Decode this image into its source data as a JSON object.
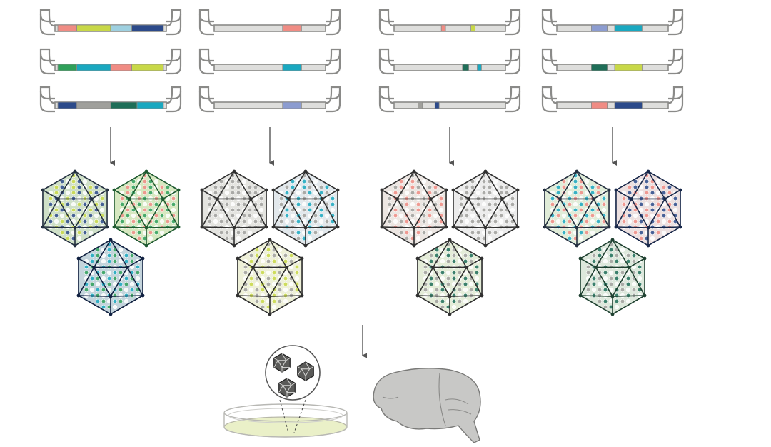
{
  "colors": {
    "pink": "#f08c84",
    "lime": "#c8d848",
    "lightblue": "#9ed0e0",
    "navy": "#2c4a8a",
    "green": "#2fa05a",
    "teal": "#1aa8c0",
    "gray": "#a0a09c",
    "darkgreen": "#1f6e58",
    "periwinkle": "#8c9cd0",
    "backbone": "#dededc",
    "outline": "#8a8a88",
    "dish_fill": "#eaf0c8",
    "brain_fill": "#c8c8c6"
  },
  "panels": [
    {
      "name": "panel-1",
      "constructs": [
        [
          [
            "pink",
            0.0,
            0.18
          ],
          [
            "lime",
            0.18,
            0.5
          ],
          [
            "lightblue",
            0.5,
            0.7
          ],
          [
            "navy",
            0.7,
            1.0
          ]
        ],
        [
          [
            "green",
            0.0,
            0.18
          ],
          [
            "teal",
            0.18,
            0.5
          ],
          [
            "pink",
            0.5,
            0.7
          ],
          [
            "lime",
            0.7,
            1.0
          ]
        ],
        [
          [
            "navy",
            0.0,
            0.18
          ],
          [
            "gray",
            0.18,
            0.5
          ],
          [
            "darkgreen",
            0.5,
            0.75
          ],
          [
            "teal",
            0.75,
            1.0
          ]
        ]
      ],
      "capsids": [
        {
          "tint": "#cfe0c8",
          "dots": [
            "teal",
            "lime",
            "navy"
          ],
          "edge": "#243040"
        },
        {
          "tint": "#d6e8c0",
          "dots": [
            "lime",
            "pink",
            "green"
          ],
          "edge": "#1e5a30"
        },
        {
          "tint": "#c4d4dc",
          "dots": [
            "navy",
            "teal",
            "green"
          ],
          "edge": "#102040"
        }
      ]
    },
    {
      "name": "panel-2",
      "constructs": [
        [
          [
            "pink",
            0.62,
            0.8
          ]
        ],
        [
          [
            "teal",
            0.62,
            0.8
          ]
        ],
        [
          [
            "periwinkle",
            0.62,
            0.8
          ]
        ]
      ],
      "capsids": [
        {
          "tint": "#e4e4e0",
          "dots": [
            "gray"
          ],
          "edge": "#303030"
        },
        {
          "tint": "#e2e8ec",
          "dots": [
            "teal",
            "gray"
          ],
          "edge": "#303030"
        },
        {
          "tint": "#eef0d8",
          "dots": [
            "lime",
            "gray"
          ],
          "edge": "#303030"
        }
      ]
    },
    {
      "name": "panel-3",
      "constructs": [
        [
          [
            "pink",
            0.42,
            0.46
          ],
          [
            "lime",
            0.7,
            0.74
          ]
        ],
        [
          [
            "darkgreen",
            0.62,
            0.68
          ],
          [
            "teal",
            0.76,
            0.8
          ]
        ],
        [
          [
            "gray",
            0.2,
            0.24
          ],
          [
            "navy",
            0.36,
            0.4
          ]
        ]
      ],
      "capsids": [
        {
          "tint": "#ece6e2",
          "dots": [
            "pink",
            "gray"
          ],
          "edge": "#303030"
        },
        {
          "tint": "#ececec",
          "dots": [
            "gray"
          ],
          "edge": "#303030"
        },
        {
          "tint": "#e4ecd8",
          "dots": [
            "darkgreen",
            "gray"
          ],
          "edge": "#303030"
        }
      ]
    },
    {
      "name": "panel-4",
      "constructs": [
        [
          [
            "periwinkle",
            0.3,
            0.45
          ],
          [
            "teal",
            0.52,
            0.78
          ]
        ],
        [
          [
            "darkgreen",
            0.3,
            0.45
          ],
          [
            "lime",
            0.52,
            0.78
          ]
        ],
        [
          [
            "pink",
            0.3,
            0.45
          ],
          [
            "navy",
            0.52,
            0.78
          ]
        ]
      ],
      "capsids": [
        {
          "tint": "#e0ecd8",
          "dots": [
            "lime",
            "teal",
            "pink"
          ],
          "edge": "#243040"
        },
        {
          "tint": "#ece0e0",
          "dots": [
            "navy",
            "pink"
          ],
          "edge": "#18284a"
        },
        {
          "tint": "#dde8dc",
          "dots": [
            "darkgreen",
            "gray"
          ],
          "edge": "#1e4030"
        }
      ]
    }
  ]
}
